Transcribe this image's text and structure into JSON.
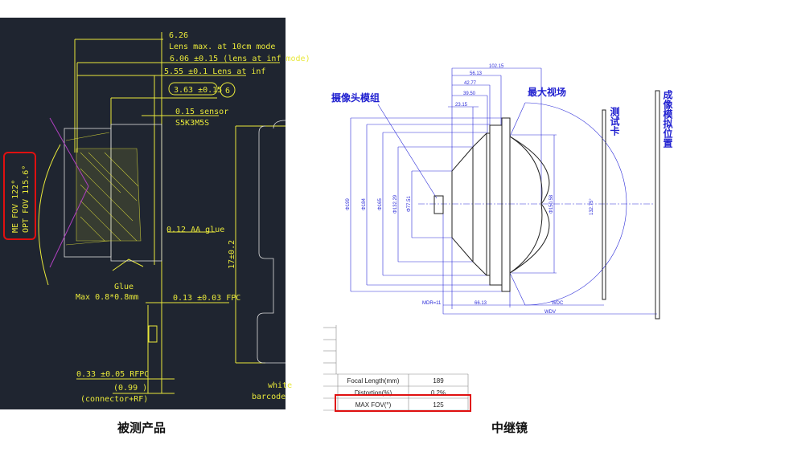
{
  "left_panel": {
    "caption": "被测产品",
    "dims": {
      "d1": "6.26",
      "d1_note": "Lens max. at 10cm mode",
      "d2": "6.06 ±0.15  (lens at inf mode)",
      "d3": "5.55 ±0.1  Lens at inf",
      "d4": "3.63 ±0.15",
      "d4_badge": "6",
      "d5": "0.15  sensor",
      "sensor_model": "S5K3M5S",
      "aa_glue": "0.12  AA glue",
      "glue": "Glue",
      "glue_max": "Max 0.8*0.8mm",
      "fpc": "0.13 ±0.03  FPC",
      "height": "17±0.2",
      "rfpc": "0.33 ±0.05  RFPC",
      "conn": "(0.99 )",
      "conn_note": "(connector+RF)",
      "white": "white",
      "barcode": "barcode"
    },
    "fov": {
      "me": "ME FOV 122°",
      "opt": "OPT FOV 115.6°"
    }
  },
  "right_panel": {
    "caption": "中继镜",
    "labels": {
      "camera_module": "摄像头模组",
      "max_fov": "最大视场",
      "test_card": "测试卡",
      "image_plane": "成像模拟位置"
    },
    "top_dims": [
      "102.15",
      "56.13",
      "42.77",
      "39.50",
      "23.15"
    ],
    "diameters": [
      "Φ199",
      "Φ184",
      "Φ165",
      "Φ132.29",
      "Φ77.51"
    ],
    "dome_diameter": "Φ150.58",
    "fov_angle": "132.75°",
    "bottom_dims": {
      "mdr": "MDR=11",
      "len": "66.13",
      "wdc": "WDC",
      "wdv": "WDV"
    },
    "table": {
      "rows": [
        {
          "label": "Focal Length(mm)",
          "value": "189"
        },
        {
          "label": "Distortion(%)",
          "value": "0.2%"
        },
        {
          "label": "MAX FOV(°)",
          "value": "125"
        }
      ]
    }
  },
  "colors": {
    "cad_bg": "#1f2530",
    "cad_line": "#e8e83a",
    "highlight": "#e01010",
    "diagram": "#2a2ad8"
  }
}
